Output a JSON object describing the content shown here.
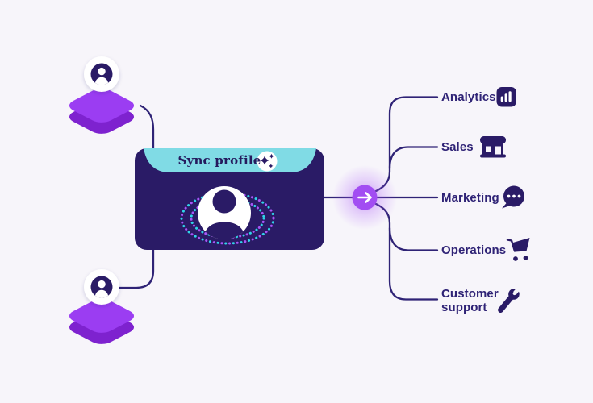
{
  "illustration": {
    "title": "Sync profile",
    "description": "Two user profiles on platforms merge into one synced profile that feeds five departments"
  },
  "card": {
    "title": "Sync profile",
    "badge_icon": "sparkles-icon",
    "avatar_icon": "user-icon"
  },
  "sources": [
    {
      "name": "user platform top",
      "icon": "user-icon"
    },
    {
      "name": "user platform bottom",
      "icon": "user-icon"
    }
  ],
  "hub": {
    "icon": "arrow-right-icon"
  },
  "destinations": [
    {
      "label": "Analytics",
      "icon": "bar-chart-icon"
    },
    {
      "label": "Sales",
      "icon": "storefront-icon"
    },
    {
      "label": "Marketing",
      "icon": "chat-bubble-icon"
    },
    {
      "label": "Operations",
      "icon": "shopping-cart-icon"
    },
    {
      "label": "Customer support",
      "icon": "wrench-icon"
    }
  ],
  "colors": {
    "background": "#f7f5fa",
    "ink_navy": "#2f2376",
    "card_navy": "#2a1b66",
    "teal_tab": "#80dbe5",
    "platform_purple": "#9b3df2",
    "platform_purple_dark": "#7e22cf",
    "hub_purple": "#a24df2",
    "dot_cyan": "#2fd4e8",
    "dot_purple": "#a855f7",
    "white": "#ffffff"
  }
}
